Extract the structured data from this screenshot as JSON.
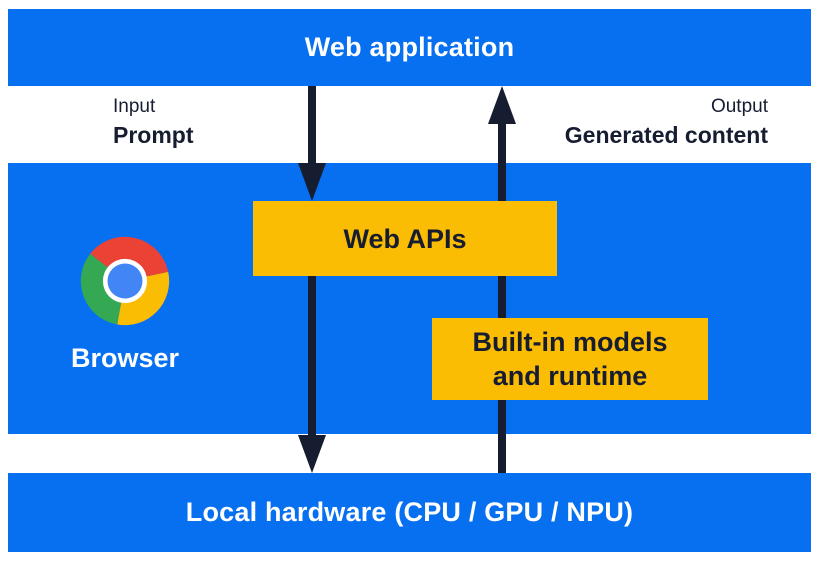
{
  "colors": {
    "blue": "#0670F0",
    "navy": "#161D30",
    "yellow": "#FBBC04",
    "white": "#FFFFFF",
    "chrome_red": "#EA4335",
    "chrome_yellow": "#FBBC04",
    "chrome_green": "#34A853",
    "chrome_blue": "#4285F4"
  },
  "top_bar": {
    "label": "Web application"
  },
  "io_labels": {
    "input": {
      "caption": "Input",
      "value": "Prompt"
    },
    "output": {
      "caption": "Output",
      "value": "Generated content"
    }
  },
  "browser": {
    "label": "Browser",
    "icon": "chrome-logo"
  },
  "boxes": {
    "web_apis": {
      "label": "Web APIs"
    },
    "builtin": {
      "label": "Built-in models and runtime",
      "line1": "Built-in models",
      "line2": "and runtime"
    }
  },
  "arrows": {
    "down": {
      "from": "Web application",
      "through": "Web APIs",
      "to": "Local hardware (CPU / GPU / NPU)",
      "direction": "down"
    },
    "up": {
      "from": "Local hardware (CPU / GPU / NPU)",
      "through": "Built-in models and runtime",
      "to": "Web application",
      "direction": "up"
    }
  },
  "bottom_bar": {
    "label": "Local hardware (CPU / GPU / NPU)"
  }
}
